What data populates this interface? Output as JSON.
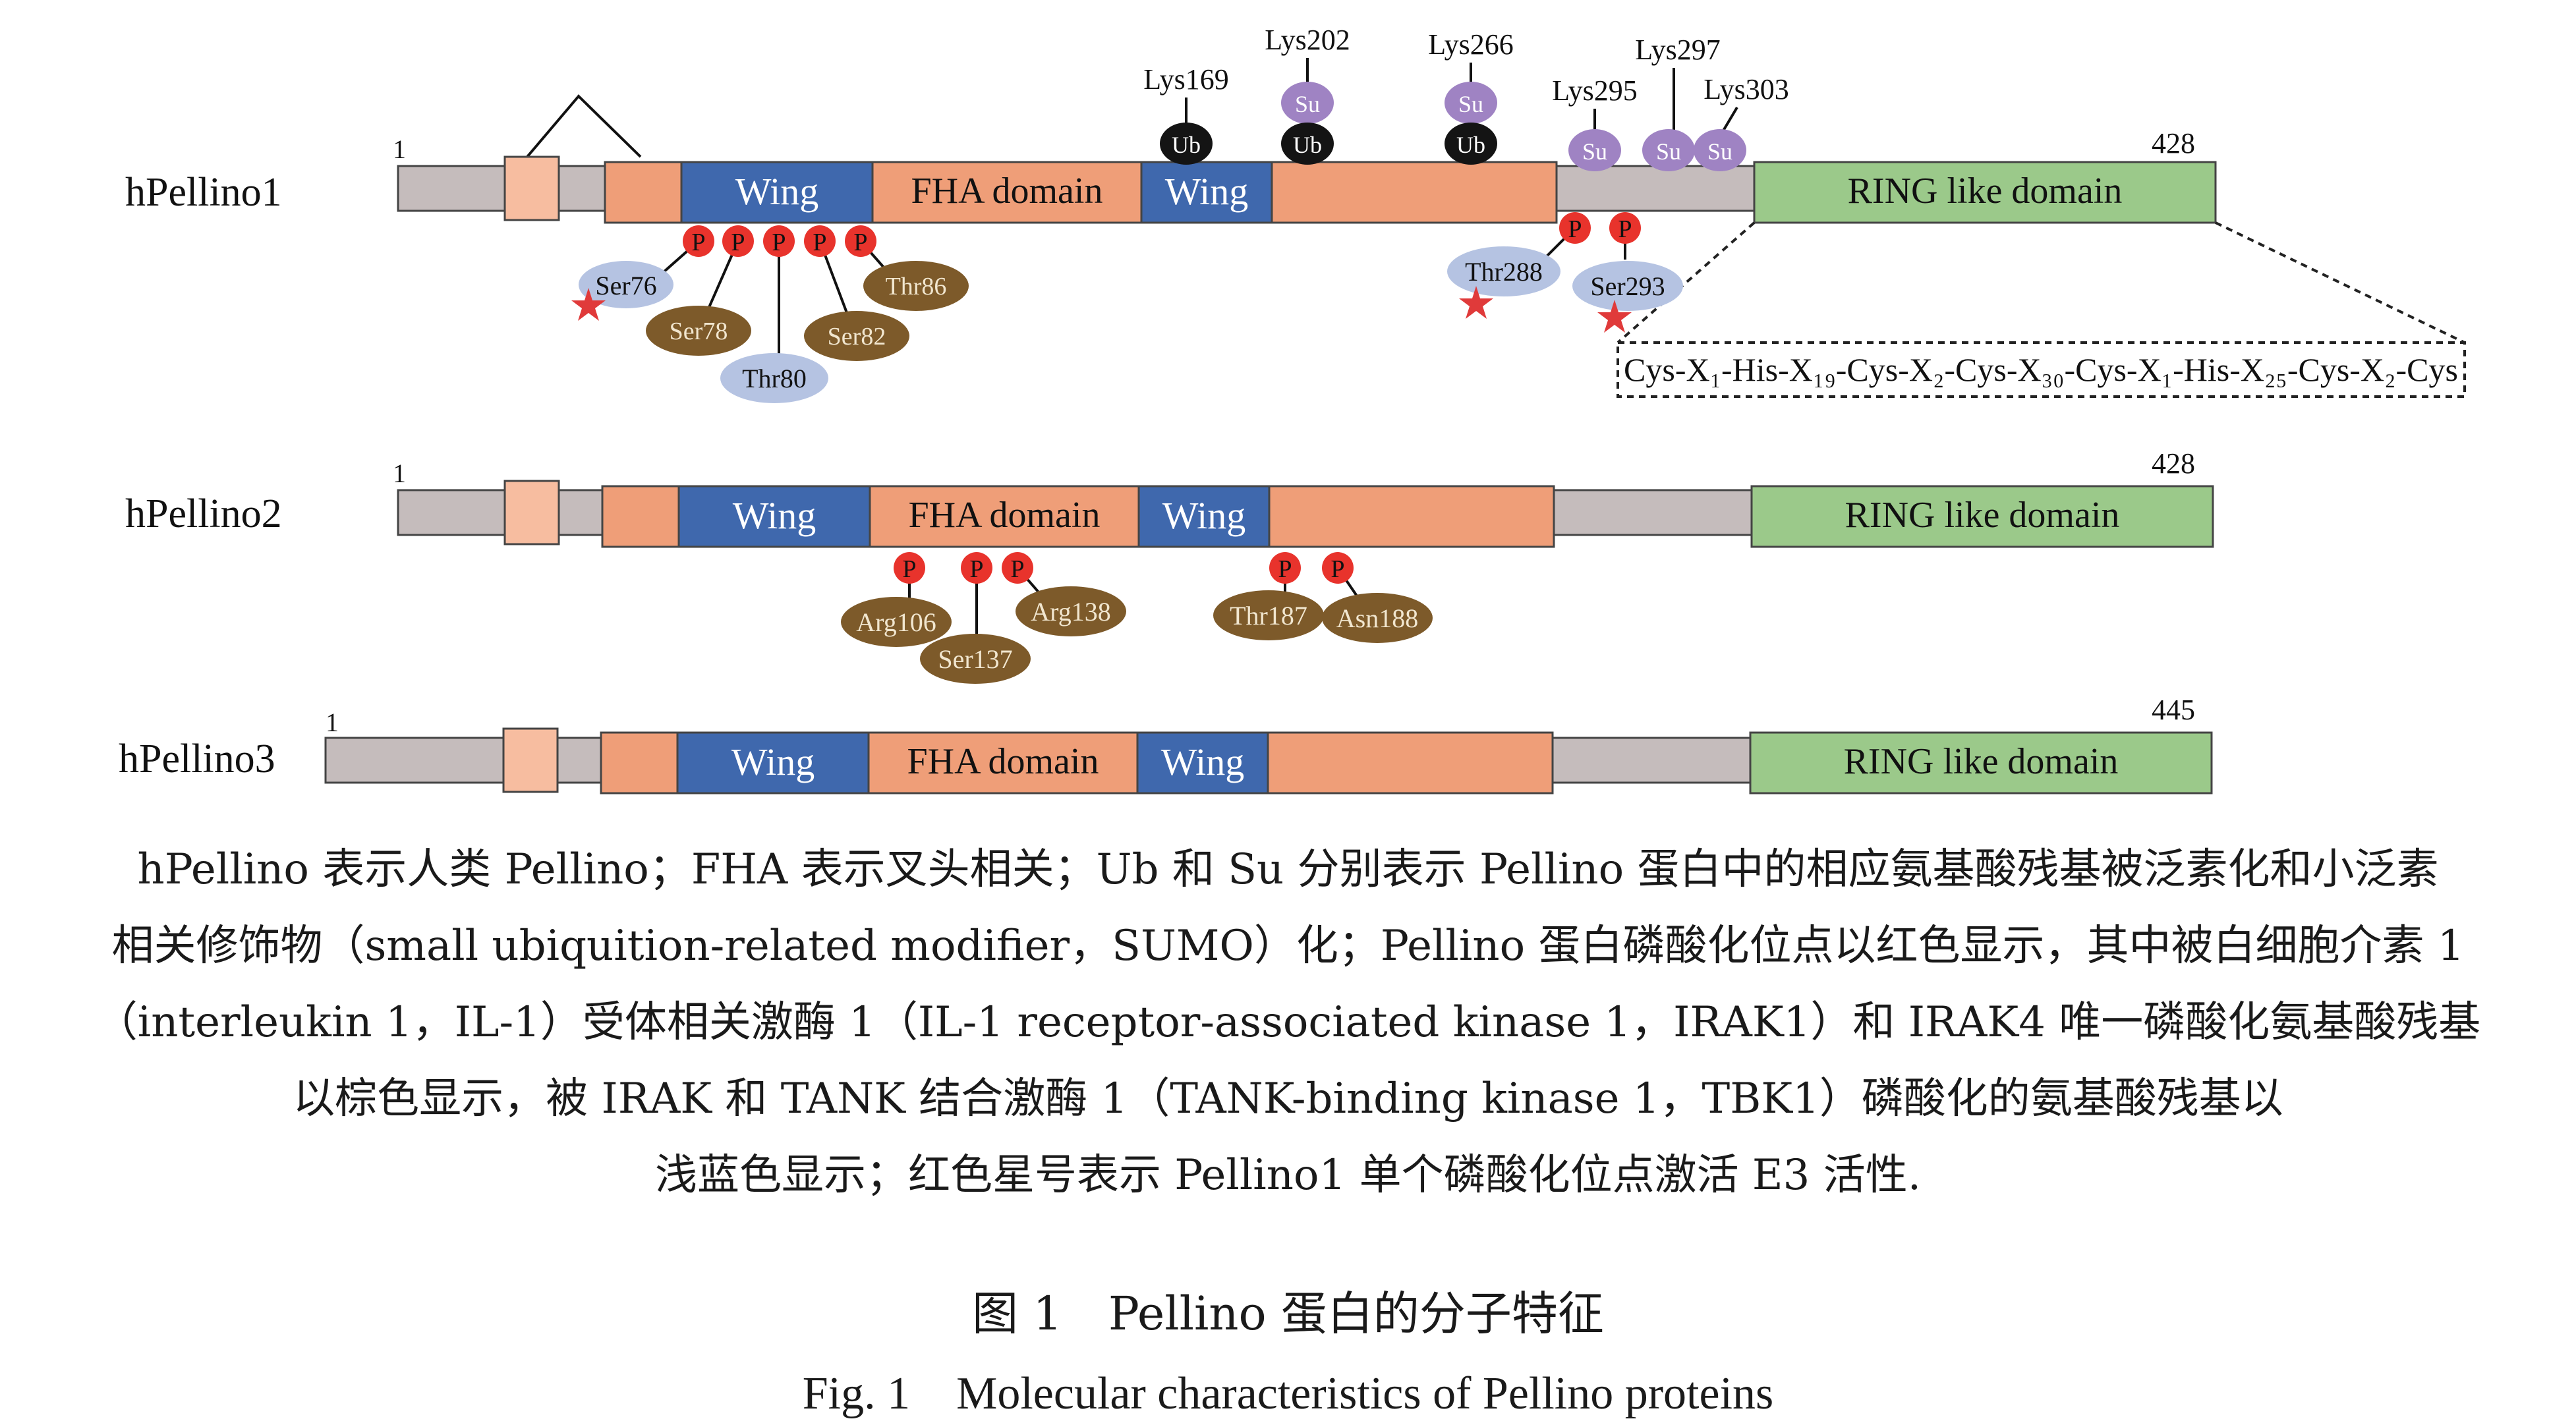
{
  "colors": {
    "linker": "#c5bcbc",
    "box": "#f7bda0",
    "body": "#ef9e78",
    "wing": "#3f68ad",
    "ring": "#9bc98a",
    "phospho": "#e8332c",
    "brown": "#7d5a2a",
    "lightblue": "#b5c3e2",
    "sumo": "#9f83c3",
    "ubiquitin": "#141414",
    "star": "#e03a3a"
  },
  "proteins": [
    {
      "name": "hPellino1",
      "start": "1",
      "end": "428",
      "wing1": "Wing",
      "fha": "FHA domain",
      "wing2": "Wing",
      "ring": "RING like domain",
      "motif": "Cys-X₁-His-X₁₉-Cys-X₂-Cys-X₃₀-Cys-X₁-His-X₂₅-Cys-X₂-Cys",
      "phospho_label": "P",
      "sites": [
        {
          "label": "Ser76",
          "kind": "lightblue",
          "star": true
        },
        {
          "label": "Ser78",
          "kind": "brown"
        },
        {
          "label": "Thr80",
          "kind": "lightblue"
        },
        {
          "label": "Ser82",
          "kind": "brown"
        },
        {
          "label": "Thr86",
          "kind": "brown"
        },
        {
          "label": "Thr288",
          "kind": "lightblue",
          "star": true
        },
        {
          "label": "Ser293",
          "kind": "lightblue",
          "star": true
        }
      ],
      "lysines": [
        {
          "label": "Lys169",
          "mods": [
            "Ub"
          ]
        },
        {
          "label": "Lys202",
          "mods": [
            "Su",
            "Ub"
          ]
        },
        {
          "label": "Lys266",
          "mods": [
            "Su",
            "Ub"
          ]
        },
        {
          "label": "Lys295",
          "mods": [
            "Su"
          ]
        },
        {
          "label": "Lys297",
          "mods": [
            "Su"
          ]
        },
        {
          "label": "Lys303",
          "mods": [
            "Su"
          ]
        }
      ]
    },
    {
      "name": "hPellino2",
      "start": "1",
      "end": "428",
      "wing1": "Wing",
      "fha": "FHA domain",
      "wing2": "Wing",
      "ring": "RING like domain",
      "phospho_label": "P",
      "sites": [
        {
          "label": "Arg106",
          "kind": "brown"
        },
        {
          "label": "Ser137",
          "kind": "brown"
        },
        {
          "label": "Arg138",
          "kind": "brown"
        },
        {
          "label": "Thr187",
          "kind": "brown"
        },
        {
          "label": "Asn188",
          "kind": "brown"
        }
      ]
    },
    {
      "name": "hPellino3",
      "start": "1",
      "end": "445",
      "wing1": "Wing",
      "fha": "FHA domain",
      "wing2": "Wing",
      "ring": "RING like domain"
    }
  ],
  "caption": {
    "line1": "hPellino 表示人类 Pellino；FHA 表示叉头相关；Ub 和 Su 分别表示 Pellino 蛋白中的相应氨基酸残基被泛素化和小泛素",
    "line2": "相关修饰物（small ubiquition-related modifier，SUMO）化；Pellino 蛋白磷酸化位点以红色显示，其中被白细胞介素 1",
    "line3": "（interleukin 1，IL-1）受体相关激酶 1（IL-1 receptor-associated kinase 1，IRAK1）和 IRAK4 唯一磷酸化氨基酸残基",
    "line4": "以棕色显示，被 IRAK 和 TANK 结合激酶 1（TANK-binding kinase 1，TBK1）磷酸化的氨基酸残基以",
    "line5": "浅蓝色显示；红色星号表示 Pellino1 单个磷酸化位点激活 E3 活性.",
    "fig_cn": "图 1　Pellino 蛋白的分子特征",
    "fig_en": "Fig. 1　Molecular characteristics of Pellino proteins"
  }
}
